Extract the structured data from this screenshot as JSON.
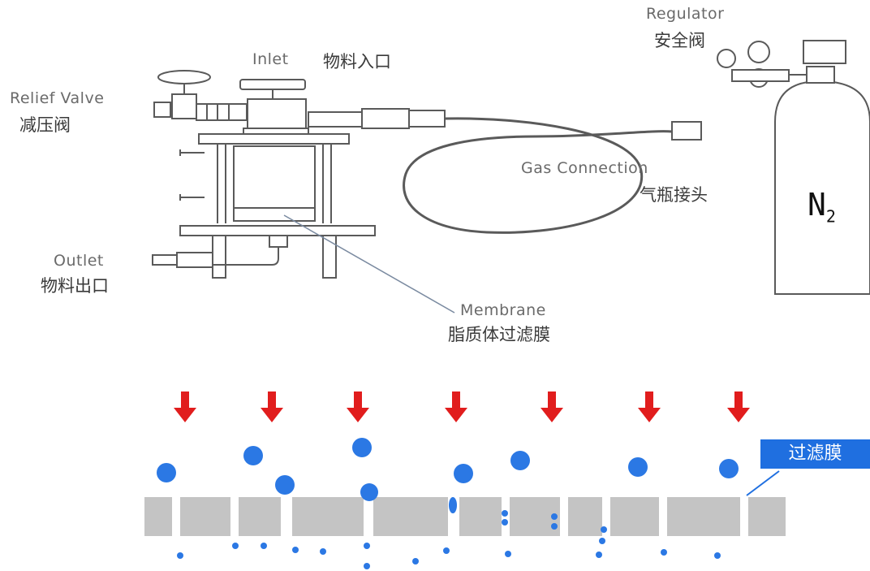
{
  "labels": {
    "regulator_en": "Regulator",
    "regulator_zh": "安全阀",
    "inlet_en": "Inlet",
    "inlet_zh": "物料入口",
    "relief_en": "Relief Valve",
    "relief_zh": "减压阀",
    "gas_en": "Gas Connection",
    "gas_zh": "气瓶接头",
    "outlet_en": "Outlet",
    "outlet_zh": "物料出口",
    "membrane_en": "Membrane",
    "membrane_zh": "脂质体过滤膜",
    "cylinder_gas": "N",
    "cylinder_sub": "2",
    "filter_badge": "过滤膜"
  },
  "colors": {
    "arrow": "#e11d1d",
    "particle": "#2b78e4",
    "membrane": "#c4c4c4",
    "badge": "#1f6fe0",
    "line": "#5a5a5a"
  },
  "icons": [
    "red-arrow-icon",
    "particle-icon",
    "nitrogen-cylinder-icon",
    "pressure-gauge-icon"
  ]
}
